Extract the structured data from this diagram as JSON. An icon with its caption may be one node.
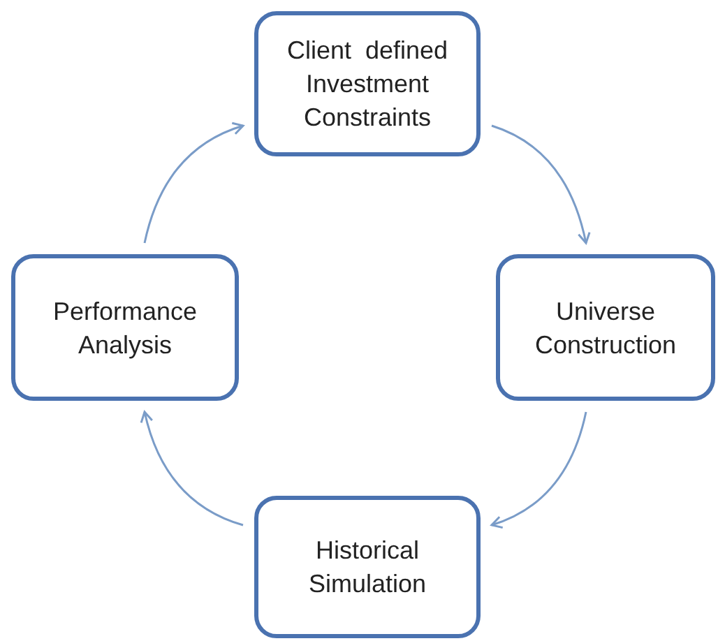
{
  "diagram": {
    "nodes": [
      {
        "text": [
          "Client  defined Investment Constraints"
        ]
      },
      {
        "text": [
          "Universe Construction"
        ]
      },
      {
        "text": [
          "Historical Simulation"
        ]
      },
      {
        "text": [
          "Performance Analysis"
        ]
      }
    ],
    "edges": [
      {
        "from": 0,
        "to": 1,
        "arrow": "to"
      },
      {
        "from": 1,
        "to": 2,
        "arrow": "to"
      },
      {
        "from": 2,
        "to": 3,
        "arrow": "to"
      },
      {
        "from": 3,
        "to": 0,
        "arrow": "to"
      }
    ]
  }
}
